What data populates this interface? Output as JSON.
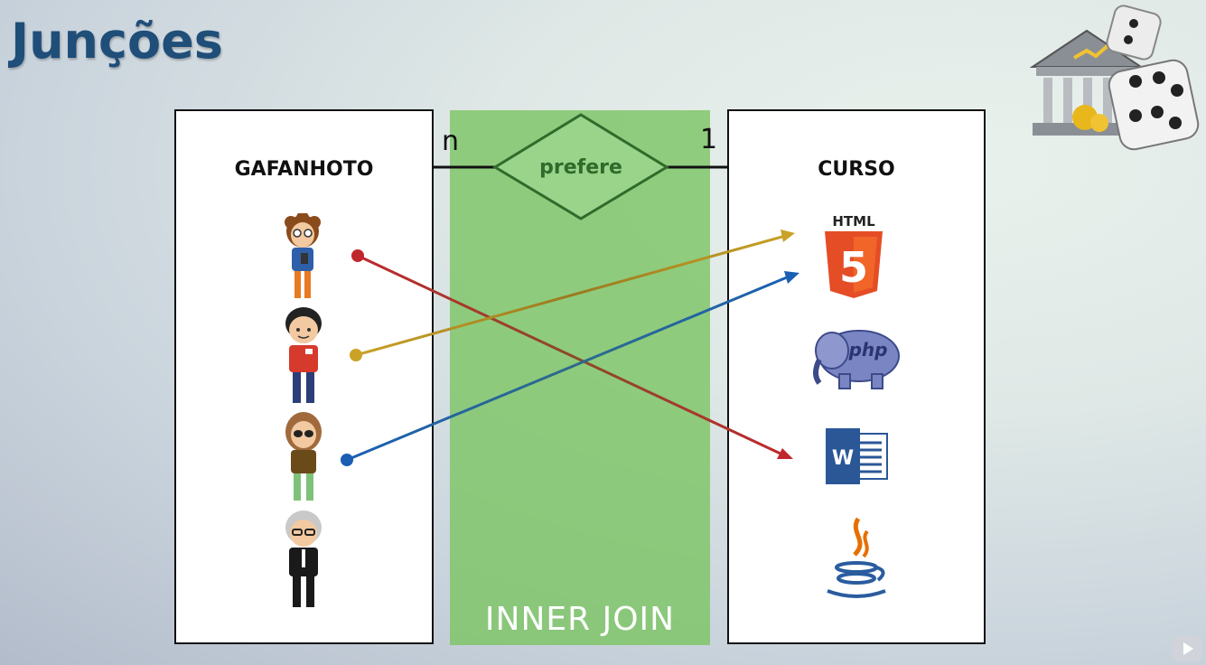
{
  "slide": {
    "title": "Junções"
  },
  "entities": {
    "left": {
      "name": "GAFANHOTO"
    },
    "right": {
      "name": "CURSO"
    }
  },
  "relationship": {
    "name": "prefere",
    "cardinality_left": "n",
    "cardinality_right": "1"
  },
  "join": {
    "label": "INNER JOIN"
  },
  "courses": {
    "html_label": "HTML",
    "html_digit": "5",
    "php_label": "php",
    "word_letter": "W"
  },
  "colors": {
    "title": "#1f4e79",
    "band": "#7cc465",
    "diamond_stroke": "#2f6b2a",
    "arrow_red": "#c0272d",
    "arrow_gold": "#c9a227",
    "arrow_blue": "#1a5fb4"
  },
  "icons": [
    "bank-dice-logo",
    "html5-icon",
    "php-elephant-icon",
    "word-icon",
    "java-icon",
    "play-icon"
  ]
}
